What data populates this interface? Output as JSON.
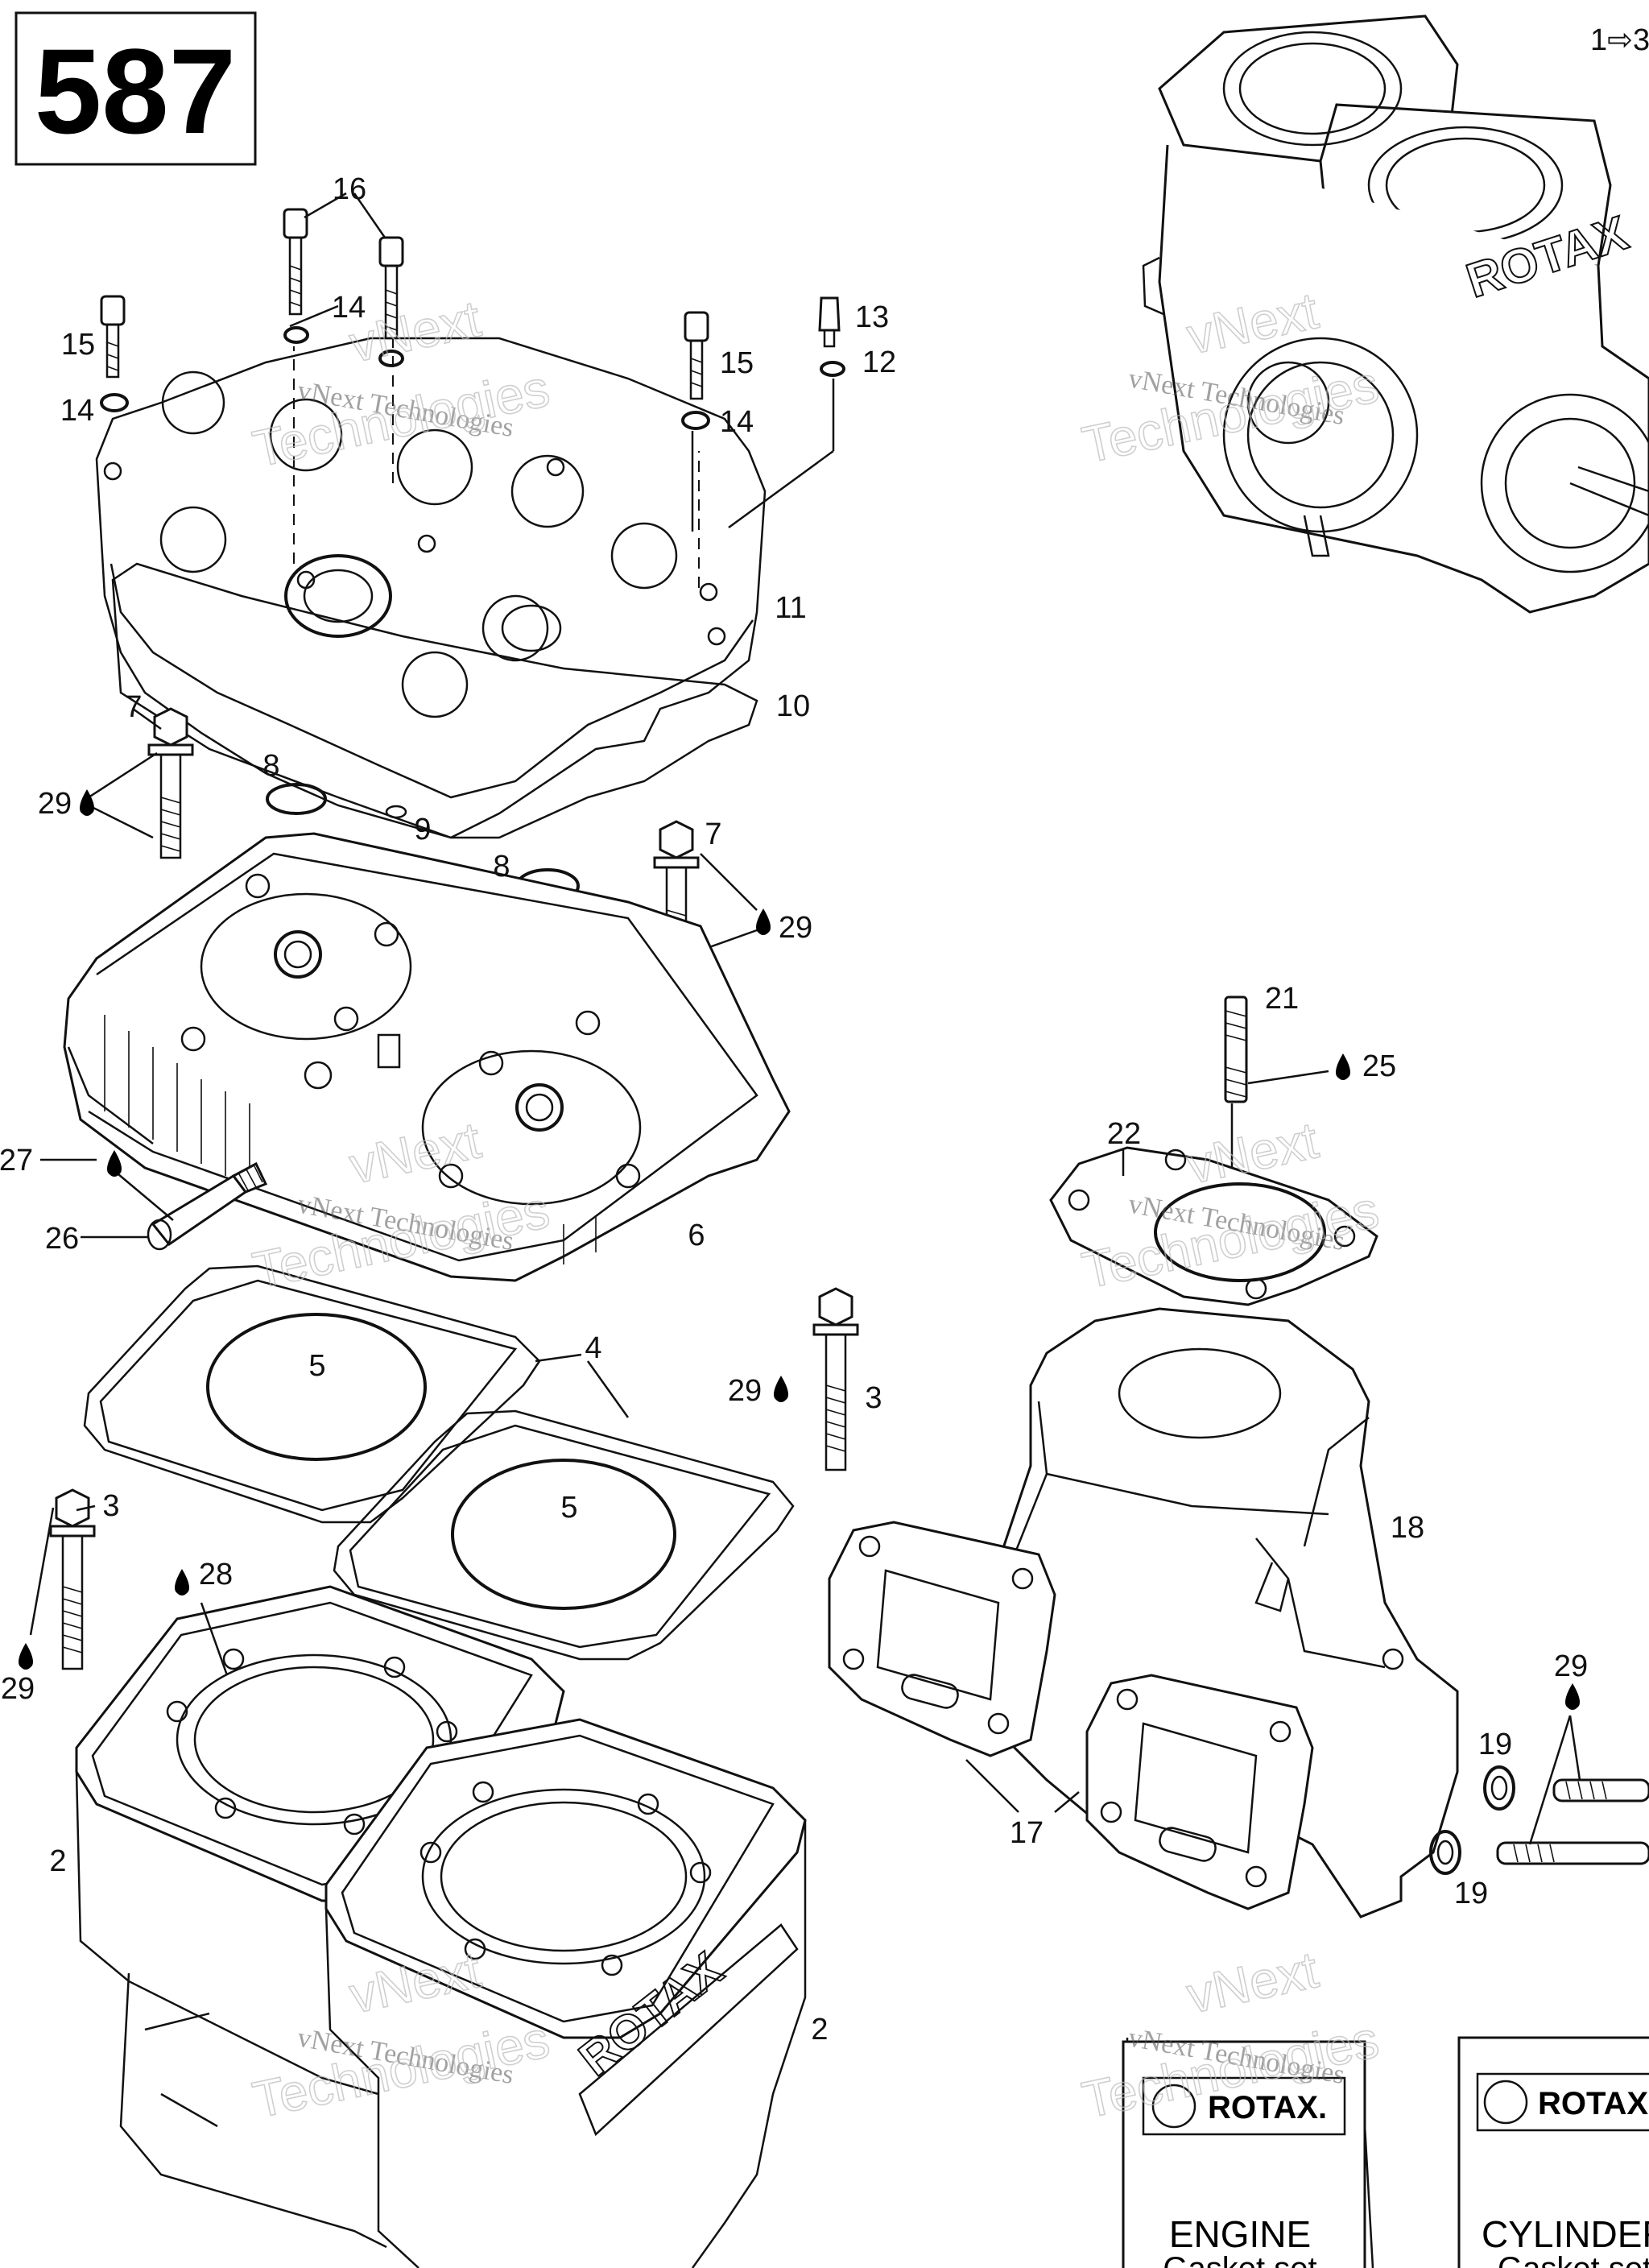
{
  "diagram": {
    "badge": "587",
    "watermark": {
      "line1": "vNext Technologies",
      "big_line1": "vNext",
      "big_line2": "Technologies"
    },
    "callouts": [
      {
        "id": "c1x3",
        "text": "1⇨3"
      },
      {
        "id": "c2a",
        "text": "2"
      },
      {
        "id": "c2b",
        "text": "2"
      },
      {
        "id": "c3a",
        "text": "3"
      },
      {
        "id": "c3b",
        "text": "3"
      },
      {
        "id": "c4",
        "text": "4"
      },
      {
        "id": "c5a",
        "text": "5"
      },
      {
        "id": "c5b",
        "text": "5"
      },
      {
        "id": "c6",
        "text": "6"
      },
      {
        "id": "c7a",
        "text": "7"
      },
      {
        "id": "c7b",
        "text": "7"
      },
      {
        "id": "c8a",
        "text": "8"
      },
      {
        "id": "c8b",
        "text": "8"
      },
      {
        "id": "c9",
        "text": "9"
      },
      {
        "id": "c10",
        "text": "10"
      },
      {
        "id": "c11",
        "text": "11"
      },
      {
        "id": "c12",
        "text": "12"
      },
      {
        "id": "c13",
        "text": "13"
      },
      {
        "id": "c14a",
        "text": "14"
      },
      {
        "id": "c14b",
        "text": "14"
      },
      {
        "id": "c14c",
        "text": "14"
      },
      {
        "id": "c15a",
        "text": "15"
      },
      {
        "id": "c15b",
        "text": "15"
      },
      {
        "id": "c16",
        "text": "16"
      },
      {
        "id": "c17",
        "text": "17"
      },
      {
        "id": "c18",
        "text": "18"
      },
      {
        "id": "c19a",
        "text": "19"
      },
      {
        "id": "c19b",
        "text": "19"
      },
      {
        "id": "c21",
        "text": "21"
      },
      {
        "id": "c22",
        "text": "22"
      },
      {
        "id": "c25",
        "text": "25"
      },
      {
        "id": "c26",
        "text": "26"
      },
      {
        "id": "c27",
        "text": "27"
      },
      {
        "id": "c28",
        "text": "28"
      },
      {
        "id": "c29a",
        "text": "29"
      },
      {
        "id": "c29b",
        "text": "29"
      },
      {
        "id": "c29c",
        "text": "29"
      },
      {
        "id": "c29d",
        "text": "29"
      },
      {
        "id": "c29e",
        "text": "29"
      }
    ],
    "emboss_brand": "ROTAX",
    "booklets": [
      {
        "brand": "ROTAX.",
        "title": "ENGINE",
        "subtitle": "Gasket set"
      },
      {
        "brand": "ROTAX",
        "title": "CYLINDER",
        "subtitle": "Gasket set"
      }
    ],
    "colors": {
      "ink": "#111111",
      "paper": "#ffffff",
      "watermark": "#555555"
    }
  }
}
